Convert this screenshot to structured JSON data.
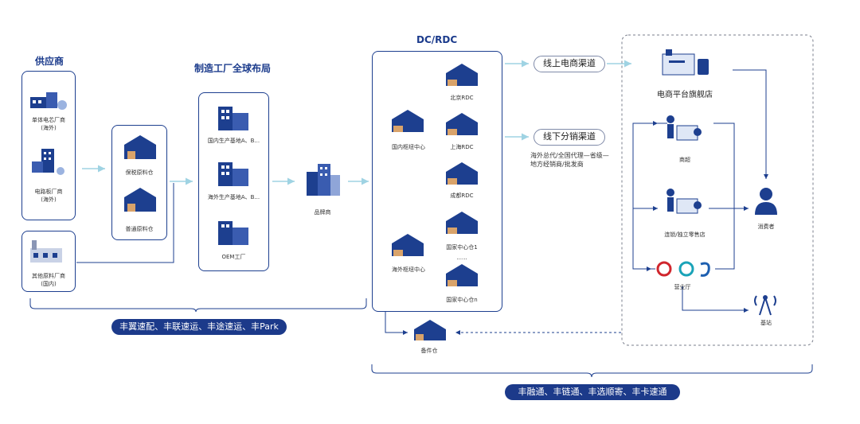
{
  "sections": {
    "supplier_title": "供应商",
    "factory_title": "制造工厂全球布局",
    "dc_title": "DC/RDC"
  },
  "suppliers": [
    {
      "label": "单体电芯厂商\n(海外)"
    },
    {
      "label": "电路板厂商\n(海外)"
    },
    {
      "label": "其他原料厂商\n(国内)"
    }
  ],
  "warehouses": [
    {
      "label": "保税原料仓"
    },
    {
      "label": "普通原料仓"
    }
  ],
  "factories": [
    {
      "label": "国内生产基地A、B..."
    },
    {
      "label": "海外生产基地A、B..."
    },
    {
      "label": "OEM工厂"
    }
  ],
  "product": {
    "label": "品牌商"
  },
  "dc": {
    "domestic_hub": "国内枢纽中心",
    "overseas_hub": "海外枢纽中心",
    "rdcs": [
      "北京RDC",
      "上海RDC",
      "成都RDC",
      "国家中心仓1",
      "......",
      "国家中心仓n"
    ]
  },
  "channels": {
    "online": "线上电商渠道",
    "offline": "线下分销渠道",
    "offline_note": "海外总代/全国代理—省级—地方经销商/批发商"
  },
  "retail": {
    "ecommerce": "电商平台旗舰店",
    "mall": "商超",
    "chain_store": "连锁/独立零售店",
    "business_hall": "营业厅",
    "consumer": "消费者",
    "base_station": "基站",
    "spare_warehouse": "备件仓"
  },
  "services": {
    "left": "丰翼速配、丰联速运、丰途速运、丰Park",
    "right": "丰融通、丰链通、丰选顺寄、丰卡速通"
  },
  "colors": {
    "primary": "#1d3f8f",
    "band": "#1c3a8a",
    "line": "#9fd3e3"
  }
}
